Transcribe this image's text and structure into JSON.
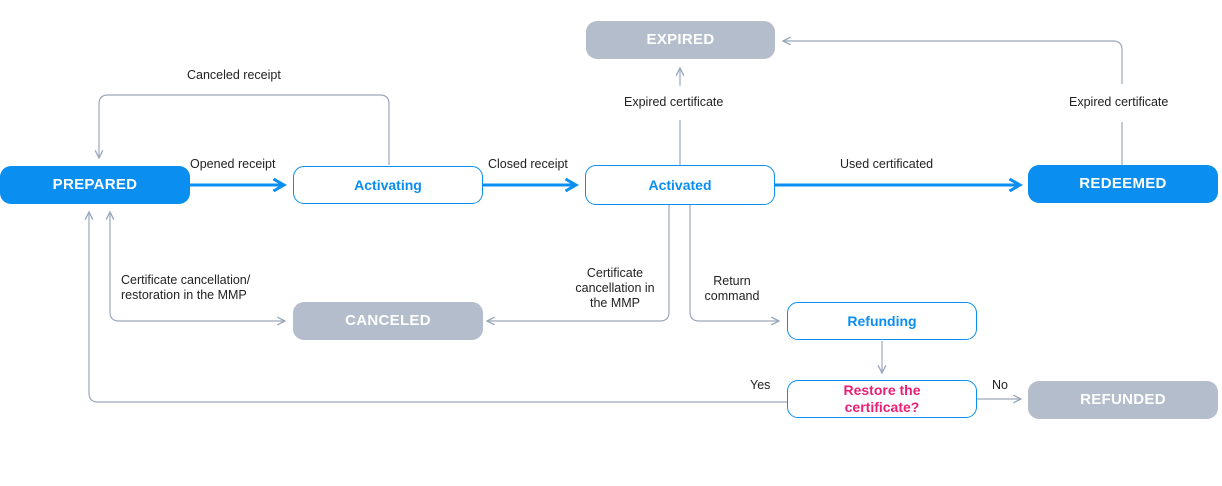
{
  "colors": {
    "accent": "#0a8ef0",
    "connector": "#9aa8bb",
    "inactive": "#b3bdcb",
    "question": "#ea1e75"
  },
  "states": {
    "prepared": "PREPARED",
    "activating": "Activating",
    "activated": "Activated",
    "redeemed": "REDEEMED",
    "expired": "EXPIRED",
    "canceled": "CANCELED",
    "refunding": "Refunding",
    "restore_question": "Restore the certificate?",
    "refunded": "REFUNDED"
  },
  "transitions": {
    "opened_receipt": "Opened receipt",
    "closed_receipt": "Closed receipt",
    "used_certificated": "Used certificated",
    "canceled_receipt": "Canceled receipt",
    "expired_certificate_left": "Expired certificate",
    "expired_certificate_right": "Expired certificate",
    "cancel_restore_mmp": "Certificate cancellation/ restoration in the MMP",
    "cancel_mmp": "Certificate cancellation in the MMP",
    "return_command": "Return command",
    "yes": "Yes",
    "no": "No"
  }
}
